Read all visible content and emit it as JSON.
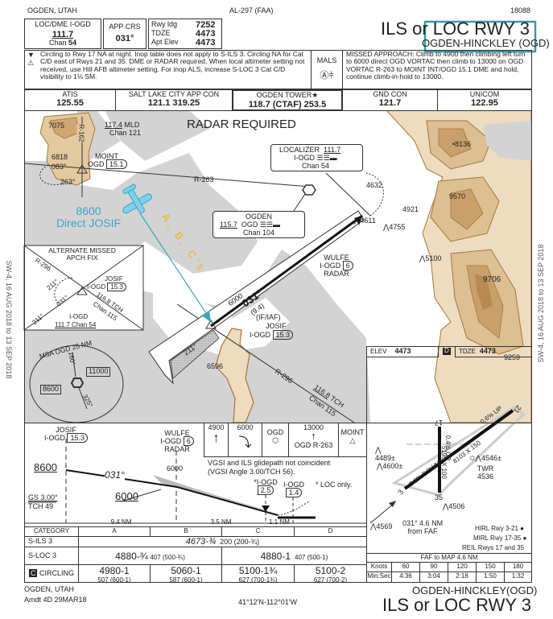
{
  "header": {
    "location": "OGDEN, UTAH",
    "procedure_id": "AL-297 (FAA)",
    "cycle": "18088",
    "title": "ILS or LOC RWY 3",
    "airport": "OGDEN-HINCKLEY (OGD)"
  },
  "briefing": {
    "loc_label": "LOC/DME  I-OGD",
    "loc_freq": "111.7",
    "loc_chan_label": "Chan",
    "loc_chan": "54",
    "app_crs_label": "APP CRS",
    "app_crs": "031°",
    "rwy_ldg_label": "Rwy ldg",
    "rwy_ldg": "7252",
    "tdze_label": "TDZE",
    "tdze": "4473",
    "apt_elev_label": "Apt Elev",
    "apt_elev": "4473"
  },
  "notes": {
    "text": "Circling to Rwy 17 NA at night. Inop table does not apply to S-ILS 3. Circling NA for Cat C/D east of Rwys 21 and 35. DME or RADAR required. When local altimeter setting not received, use Hill AFB altimeter setting. For inop ALS, increase S-LOC 3 Cat C/D visibility to 1⅛ SM.",
    "lighting": "MALS",
    "missed_approach": "MISSED APPROACH: Climb to 4900 then climbing left turn to 6000 direct OGD VORTAC then climb to 13000 on OGD VORTAC R-263 to MOINT INT/OGD 15.1 DME and hold, continue climb-in-hold to 13000."
  },
  "comms": [
    {
      "label": "ATIS",
      "freq": "125.55"
    },
    {
      "label": "SALT LAKE CITY APP CON",
      "freq": "121.1  319.25"
    },
    {
      "label": "OGDEN TOWER★",
      "freq": "118.7 (CTAF)  253.5"
    },
    {
      "label": "GND CON",
      "freq": "121.7"
    },
    {
      "label": "UNICOM",
      "freq": "122.95"
    }
  ],
  "plan": {
    "radar_required": "RADAR REQUIRED",
    "mld_freq": "117.4",
    "mld_id": "MLD",
    "mld_chan": "Chan 121",
    "r162": "R-162",
    "peak_7075": "7075",
    "peak_6818": "6818",
    "moint": "MOINT",
    "moint_ogd": "OGD",
    "moint_dme": "15.1",
    "hold_083": "083°",
    "hold_263": "263°",
    "r263": "R-263",
    "localizer_label": "LOCALIZER",
    "localizer_freq": "111.7",
    "localizer_id": "I-OGD",
    "localizer_chan": "Chan 54",
    "ogden_label": "OGDEN",
    "ogden_freq": "115.7",
    "ogden_id": "OGD",
    "ogden_chan": "Chan 104",
    "obs_4632": "4632",
    "obs_4611": "4611",
    "obs_4921": "4921",
    "obs_4755": "4755",
    "obs_5100": "5100",
    "peak_8136": "8136",
    "peak_9570": "9570",
    "peak_9706": "9706",
    "peak_9259": "9259",
    "peak_6596": "6596",
    "wulfe": "WULFE",
    "wulfe_ioged": "I-OGD",
    "wulfe_dme": "6",
    "wulfe_radar": "RADAR",
    "course_alt": "6000",
    "course": "031°",
    "course_dist": "(9.4)",
    "iaf": "(IF/IAF)",
    "josif": "JOSIF",
    "josif_id": "I-OGD",
    "josif_dme": "15.3",
    "outbound": "211°",
    "r296": "R-296",
    "tch_freq": "116.8",
    "tch_id": "TCH",
    "tch_chan": "Chan 115",
    "annotation_alt": "8600",
    "annotation_direct": "Direct JOSIF",
    "annotation_cats": "A, B, C's",
    "annotation_color": "#3aa6c4",
    "annotation_cats_color": "#f0b21c"
  },
  "alt_missed": {
    "title1": "ALTERNATE MISSED",
    "title2": "APCH FIX",
    "r296": "R-296",
    "josif": "JOSIF",
    "id": "I-OGD",
    "dme": "15.3",
    "tch": "116.8 TCH",
    "tch_chan": "Chan 115",
    "crs211a": "211°",
    "crs031": "031°",
    "crs211b": "211°",
    "loc_id": "I-OGD",
    "loc": "111.7 Chan 54"
  },
  "msa": {
    "title": "MSA OGD 25 NM",
    "brg160": "160°",
    "brg325": "325°",
    "alt_east": "11000",
    "alt_west": "8600"
  },
  "side_text": "SW-4, 16 AUG 2018 to 13 SEP 2018",
  "profile": {
    "josif": "JOSIF",
    "josif_id": "I-OGD",
    "josif_dme": "15.3",
    "wulfe": "WULFE",
    "wulfe_id": "I-OGD",
    "wulfe_dme": "6",
    "wulfe_radar": "RADAR",
    "alt_8600": "8600",
    "course": "031°",
    "alt_6000_gs": "6000",
    "alt_6000": "6000",
    "gs": "GS 3.00°",
    "tch": "TCH 49",
    "vgsi1": "VGSI and ILS glidepath not coincident",
    "vgsi2": "(VGSI Angle 3.00/TCH 56).",
    "map_id": "*I-OGD",
    "map_dme": "2.5",
    "ma_id": "I-OGD",
    "ma_dme": "1.4",
    "loc_only": "* LOC only.",
    "dist1": "9.4 NM",
    "dist2": "3.5 NM",
    "dist3": "1.1 NM",
    "ma_icons": {
      "climb1": "4900",
      "turn": "6000",
      "fix": "OGD",
      "climb2": "13000",
      "radial": "OGD R-263",
      "hold": "MOINT"
    }
  },
  "minima": {
    "headers": [
      "CATEGORY",
      "A",
      "B",
      "C",
      "D"
    ],
    "s_ils": {
      "label": "S-ILS 3",
      "value": "4673-¾",
      "hat": "200 (200-¾)"
    },
    "s_loc": {
      "label": "S-LOC 3",
      "ab_value": "4880-¾",
      "ab_hat": "407 (500-¾)",
      "cd_value": "4880-1",
      "cd_hat": "407 (500-1)"
    },
    "circling": {
      "badge": "C",
      "label": "CIRCLING",
      "values": [
        {
          "mda": "4980-1",
          "hat": "507 (600-1)"
        },
        {
          "mda": "5060-1",
          "hat": "587 (600-1)"
        },
        {
          "mda": "5100-1¾",
          "hat": "627 (700-1¾)"
        },
        {
          "mda": "5100-2",
          "hat": "627 (700-2)"
        }
      ]
    }
  },
  "airport": {
    "elev_label": "ELEV",
    "elev": "4473",
    "d_badge": "D",
    "tdze_label": "TDZE",
    "tdze": "4473",
    "rwy17": "17",
    "rwy35": "35",
    "rwy3": "3",
    "rwy21": "21",
    "rwy3_21_dims": "8103 X 150",
    "rwy17_35_dims": "5195 X 100",
    "grad_up1": "0.6% UP",
    "grad_up2": "0.4% UP",
    "grad_down": "0.8% DOWN",
    "obs_4489": "4489±",
    "obs_4600": "4600±",
    "obs_4546": "4546±",
    "twr": "TWR",
    "twr_elev": "4536",
    "obs_4506": "4506",
    "obs_4569": "4569",
    "faf_note1": "031° 4.6 NM",
    "faf_note2": "from FAF",
    "hirl": "HIRL Rwy 3-21",
    "mirl": "MIRL Rwy 17-35",
    "reil": "REIL Rwys 17 and 35",
    "faf_map": "FAF to MAP  4.6 NM",
    "knots_label": "Knots",
    "knots": [
      "60",
      "90",
      "120",
      "150",
      "180"
    ],
    "time_label": "Min:Sec",
    "times": [
      "4:36",
      "3:04",
      "2:18",
      "1:50",
      "1:32"
    ]
  },
  "footer": {
    "location": "OGDEN, UTAH",
    "amendment": "Amdt 4D  29MAR18",
    "coords": "41°12'N-112°01'W",
    "airport": "OGDEN-HINCKLEY(OGD)",
    "title": "ILS or LOC RWY 3"
  },
  "colors": {
    "highlight_box": "#3a9aa8",
    "terrain_light": "#eddcbf",
    "terrain_mid": "#dcbf92",
    "terrain_dark": "#c9a06a",
    "water_gray": "#d3d3d3"
  }
}
